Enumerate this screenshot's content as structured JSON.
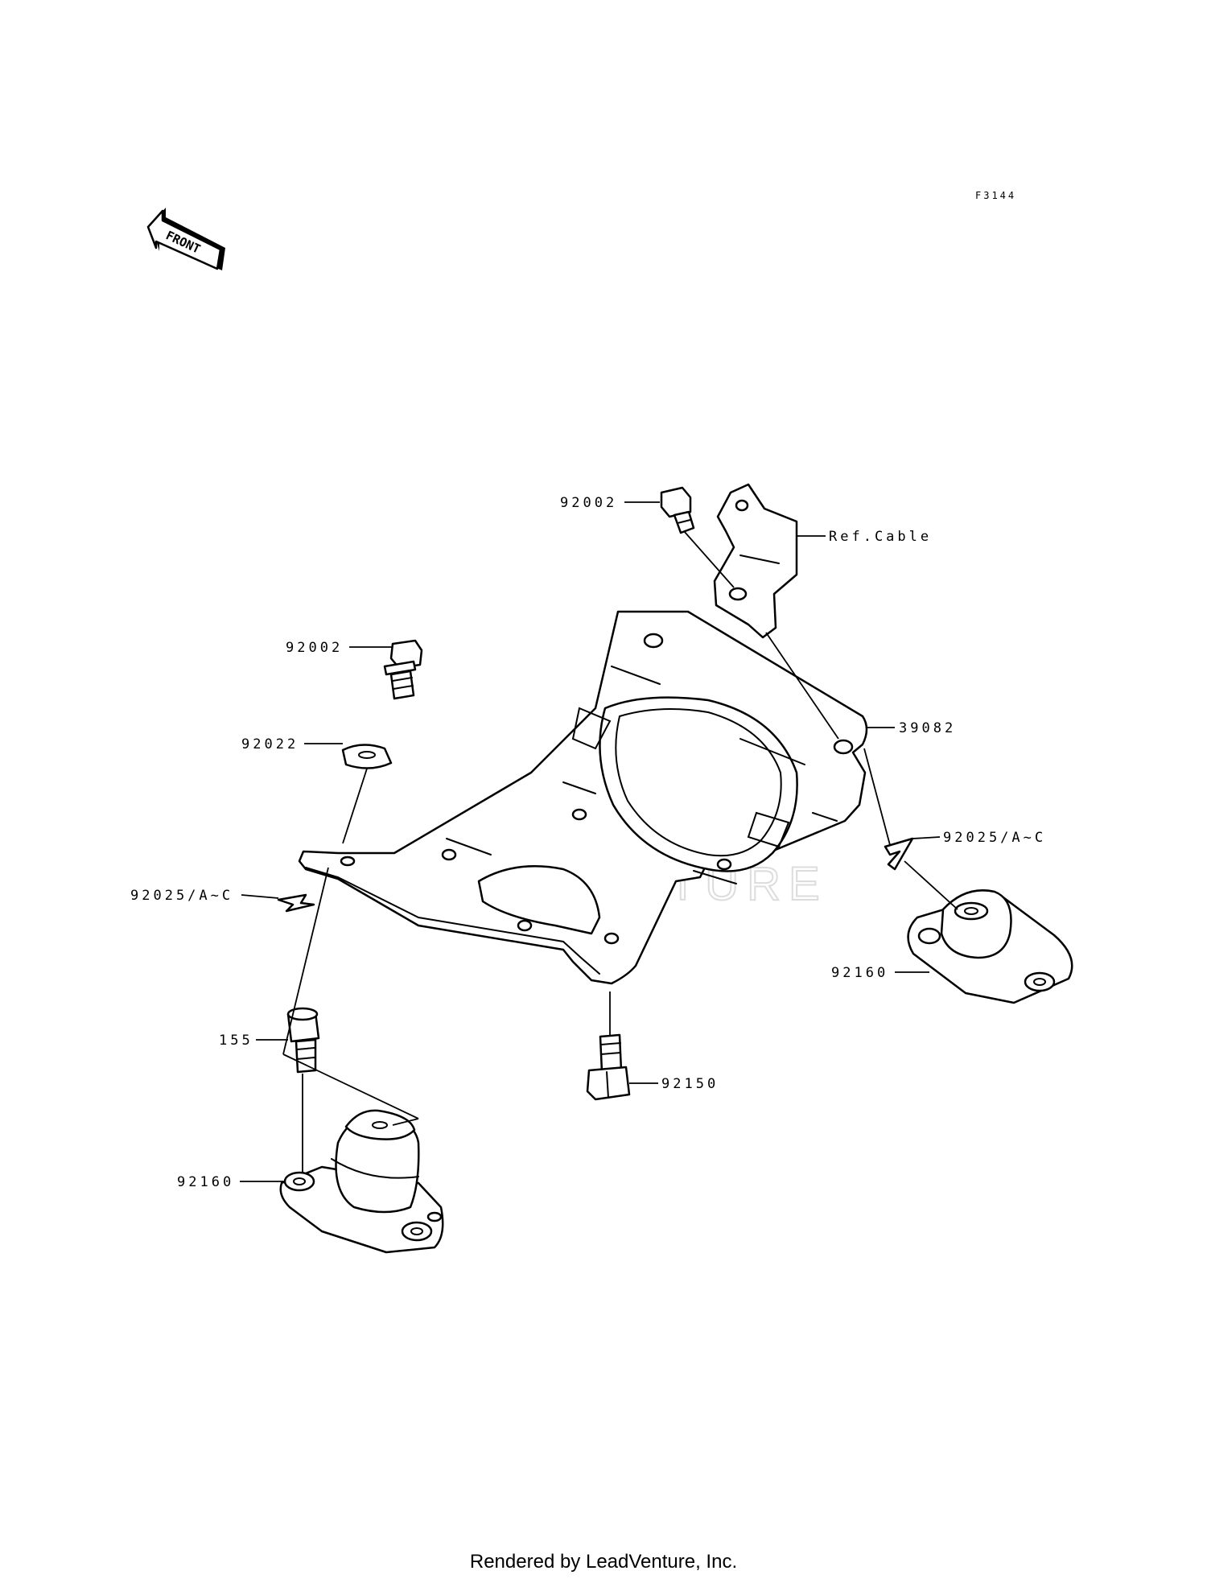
{
  "diagram": {
    "figure_code": "F3144",
    "front_arrow_label": "FRONT",
    "watermark": "LEADVENTURE",
    "footer": "Rendered by LeadVenture, Inc.",
    "callouts": {
      "bolt_top": "92002",
      "ref_cable": "Ref.Cable",
      "bolt_left": "92002",
      "washer": "92022",
      "frame": "39082",
      "clip_right": "92025/A~C",
      "clip_left": "92025/A~C",
      "mount_right": "92160",
      "bolt_155": "155",
      "bolt_bottom": "92150",
      "mount_left": "92160"
    }
  }
}
